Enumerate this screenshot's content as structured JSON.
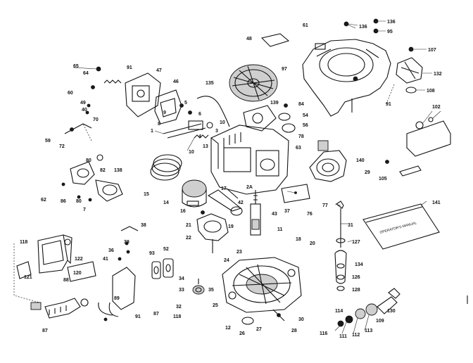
{
  "manual_label": "OPERATOR'S MANUAL",
  "callouts": [
    {
      "id": "c48",
      "text": "48"
    },
    {
      "id": "c61",
      "text": "61"
    },
    {
      "id": "c136a",
      "text": "136"
    },
    {
      "id": "c136b",
      "text": "136"
    },
    {
      "id": "c95",
      "text": "95"
    },
    {
      "id": "c107",
      "text": "107"
    },
    {
      "id": "c132",
      "text": "132"
    },
    {
      "id": "c108",
      "text": "108"
    },
    {
      "id": "c91a",
      "text": "91"
    },
    {
      "id": "c65",
      "text": "65"
    },
    {
      "id": "c64",
      "text": "64"
    },
    {
      "id": "c91b",
      "text": "91"
    },
    {
      "id": "c47",
      "text": "47"
    },
    {
      "id": "c97",
      "text": "97"
    },
    {
      "id": "c60",
      "text": "60"
    },
    {
      "id": "c46",
      "text": "46"
    },
    {
      "id": "c135",
      "text": "135"
    },
    {
      "id": "c49",
      "text": "49"
    },
    {
      "id": "c70",
      "text": "70"
    },
    {
      "id": "c139",
      "text": "139"
    },
    {
      "id": "c84",
      "text": "84"
    },
    {
      "id": "c54",
      "text": "54"
    },
    {
      "id": "c56",
      "text": "56"
    },
    {
      "id": "c78",
      "text": "78"
    },
    {
      "id": "c102",
      "text": "102"
    },
    {
      "id": "c63",
      "text": "63"
    },
    {
      "id": "c72",
      "text": "72"
    },
    {
      "id": "c140",
      "text": "140"
    },
    {
      "id": "c29",
      "text": "29"
    },
    {
      "id": "c105",
      "text": "105"
    },
    {
      "id": "c80",
      "text": "80"
    },
    {
      "id": "c82",
      "text": "82"
    },
    {
      "id": "c138",
      "text": "138"
    },
    {
      "id": "c62",
      "text": "62"
    },
    {
      "id": "c86",
      "text": "86"
    },
    {
      "id": "c80b",
      "text": "80"
    },
    {
      "id": "c7",
      "text": "7"
    },
    {
      "id": "c15",
      "text": "15"
    },
    {
      "id": "c14",
      "text": "14"
    },
    {
      "id": "c16",
      "text": "16"
    },
    {
      "id": "c2a",
      "text": "2A"
    },
    {
      "id": "c17",
      "text": "17"
    },
    {
      "id": "c37",
      "text": "37"
    },
    {
      "id": "c76",
      "text": "76"
    },
    {
      "id": "c77",
      "text": "77"
    },
    {
      "id": "c141",
      "text": "141"
    },
    {
      "id": "c31",
      "text": "31"
    },
    {
      "id": "c43",
      "text": "43"
    },
    {
      "id": "c21",
      "text": "21"
    },
    {
      "id": "c19",
      "text": "19"
    },
    {
      "id": "c22",
      "text": "22"
    },
    {
      "id": "c11",
      "text": "11"
    },
    {
      "id": "c18",
      "text": "18"
    },
    {
      "id": "c23",
      "text": "23"
    },
    {
      "id": "c20",
      "text": "20"
    },
    {
      "id": "c127",
      "text": "127"
    },
    {
      "id": "c134",
      "text": "134"
    },
    {
      "id": "c126",
      "text": "126"
    },
    {
      "id": "c128",
      "text": "128"
    },
    {
      "id": "c118a",
      "text": "118"
    },
    {
      "id": "c122",
      "text": "122"
    },
    {
      "id": "c39",
      "text": "39"
    },
    {
      "id": "c36",
      "text": "36"
    },
    {
      "id": "c41",
      "text": "41"
    },
    {
      "id": "c93",
      "text": "93"
    },
    {
      "id": "c52",
      "text": "52"
    },
    {
      "id": "c24",
      "text": "24"
    },
    {
      "id": "c121",
      "text": "121"
    },
    {
      "id": "c120",
      "text": "120"
    },
    {
      "id": "c88",
      "text": "88"
    },
    {
      "id": "c34",
      "text": "34"
    },
    {
      "id": "c33",
      "text": "33"
    },
    {
      "id": "c35",
      "text": "35"
    },
    {
      "id": "c25",
      "text": "25"
    },
    {
      "id": "c89",
      "text": "89"
    },
    {
      "id": "c32",
      "text": "32"
    },
    {
      "id": "c87a",
      "text": "87"
    },
    {
      "id": "c91c",
      "text": "91"
    },
    {
      "id": "c118b",
      "text": "118"
    },
    {
      "id": "c114",
      "text": "114"
    },
    {
      "id": "c130",
      "text": "130"
    },
    {
      "id": "c87b",
      "text": "87"
    },
    {
      "id": "c12",
      "text": "12"
    },
    {
      "id": "c26",
      "text": "26"
    },
    {
      "id": "c27",
      "text": "27"
    },
    {
      "id": "c30",
      "text": "30"
    },
    {
      "id": "c28",
      "text": "28"
    },
    {
      "id": "c116",
      "text": "116"
    },
    {
      "id": "c111",
      "text": "111"
    },
    {
      "id": "c112",
      "text": "112"
    },
    {
      "id": "c113",
      "text": "113"
    },
    {
      "id": "c109",
      "text": "109"
    },
    {
      "id": "c10a",
      "text": "10"
    },
    {
      "id": "c10b",
      "text": "10"
    },
    {
      "id": "c9",
      "text": "9"
    },
    {
      "id": "c8",
      "text": "8"
    },
    {
      "id": "c1",
      "text": "1"
    },
    {
      "id": "c5",
      "text": "5"
    },
    {
      "id": "c6",
      "text": "6"
    },
    {
      "id": "c4",
      "text": "4"
    },
    {
      "id": "c3",
      "text": "3"
    },
    {
      "id": "c13",
      "text": "13"
    },
    {
      "id": "c38",
      "text": "38"
    },
    {
      "id": "c42",
      "text": "42"
    },
    {
      "id": "c40",
      "text": "40"
    },
    {
      "id": "c59",
      "text": "59"
    }
  ]
}
